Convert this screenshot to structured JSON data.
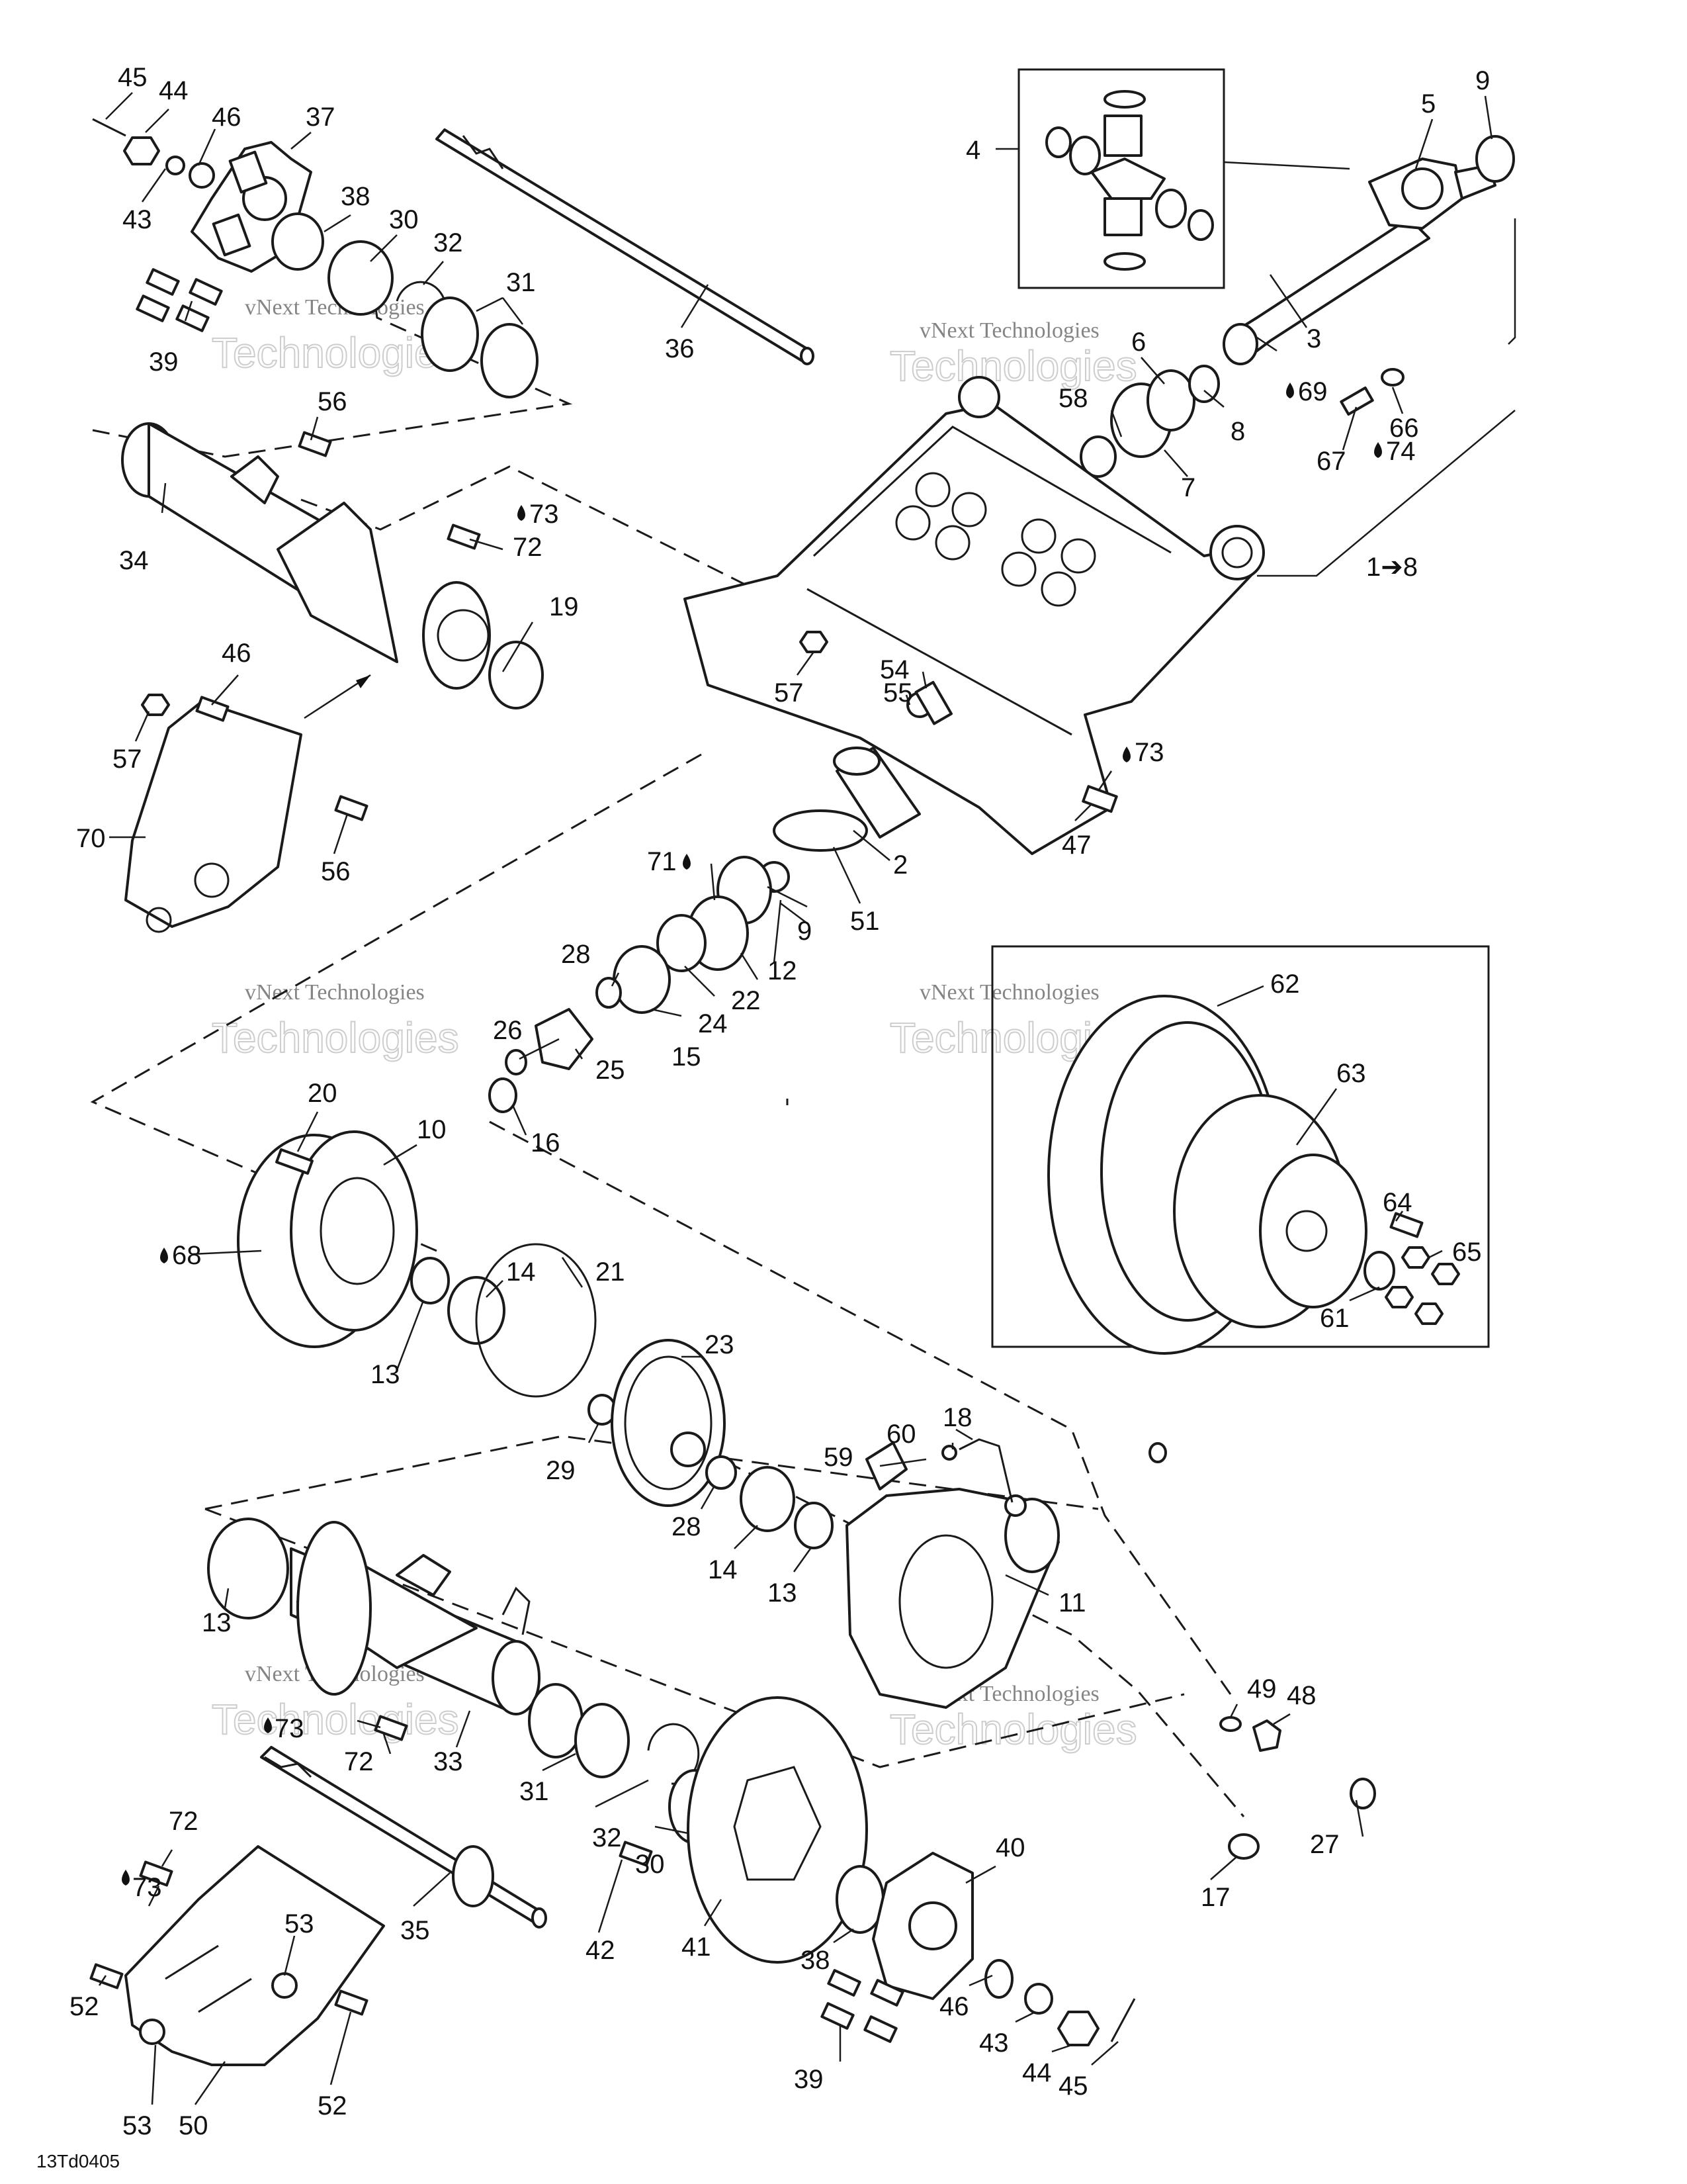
{
  "diagram_code": "13Td0405",
  "watermark": {
    "line1": "vNext Technologies",
    "line2": "Technologies",
    "small": "vNext"
  },
  "callouts": [
    "45",
    "44",
    "46",
    "37",
    "43",
    "38",
    "30",
    "32",
    "31",
    "39",
    "36",
    "4",
    "5",
    "9",
    "3",
    "6",
    "8",
    "58",
    "7",
    "69",
    "67",
    "74",
    "66",
    "56",
    "34",
    "73",
    "72",
    "19",
    "1➔8",
    "46",
    "57",
    "70",
    "56",
    "57",
    "54",
    "55",
    "73",
    "47",
    "2",
    "51",
    "71",
    "12",
    "9",
    "22",
    "28",
    "24",
    "15",
    "26",
    "25",
    "16",
    "20",
    "10",
    "68",
    "14",
    "21",
    "13",
    "23",
    "29",
    "62",
    "63",
    "64",
    "65",
    "61",
    "60",
    "18",
    "59",
    "28",
    "14",
    "13",
    "11",
    "13",
    "73",
    "72",
    "33",
    "31",
    "32",
    "30",
    "49",
    "48",
    "27",
    "17",
    "72",
    "35",
    "73",
    "42",
    "41",
    "38",
    "40",
    "53",
    "52",
    "46",
    "43",
    "44",
    "45",
    "53",
    "50",
    "52",
    "39"
  ]
}
